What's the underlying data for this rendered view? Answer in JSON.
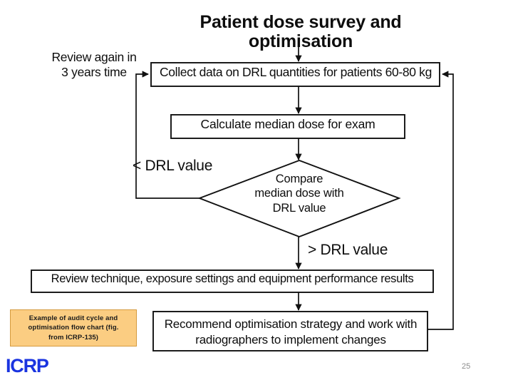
{
  "slide": {
    "page_number": "25",
    "logo_text": "ICRP",
    "logo_color": "#1a34e0",
    "background": "#ffffff"
  },
  "caption": {
    "text": "Example of audit cycle and\noptimisation flow chart (fig.\nfrom ICRP-135)",
    "fill": "#fbcd82",
    "border": "#d59b3e"
  },
  "chart_data": {
    "type": "diagram",
    "diagram_kind": "flowchart",
    "title": "Patient dose survey and optimisation",
    "nodes": [
      {
        "id": "collect",
        "shape": "process",
        "text": "Collect data on DRL quantities for patients 60-80 kg"
      },
      {
        "id": "calculate",
        "shape": "process",
        "text": "Calculate median dose for exam"
      },
      {
        "id": "compare",
        "shape": "decision",
        "text": "Compare\nmedian dose with\nDRL value"
      },
      {
        "id": "review",
        "shape": "process",
        "text": "Review technique, exposure settings and equipment performance results"
      },
      {
        "id": "recommend",
        "shape": "process",
        "text": "Recommend optimisation strategy and work with\nradiographers to implement changes"
      }
    ],
    "edge_labels": {
      "loop_back": "Review again in\n3 years time",
      "below_drl": "< DRL value",
      "above_drl": "> DRL value"
    },
    "edges": [
      {
        "from": "title",
        "to": "collect",
        "label": ""
      },
      {
        "from": "collect",
        "to": "calculate",
        "label": ""
      },
      {
        "from": "calculate",
        "to": "compare",
        "label": ""
      },
      {
        "from": "compare",
        "to": "collect",
        "label": "< DRL value"
      },
      {
        "from": "compare",
        "to": "review",
        "label": "> DRL value"
      },
      {
        "from": "review",
        "to": "recommend",
        "label": ""
      },
      {
        "from": "recommend",
        "to": "collect",
        "label": ""
      }
    ],
    "line_color": "#111111",
    "node_fill": "#ffffff"
  }
}
